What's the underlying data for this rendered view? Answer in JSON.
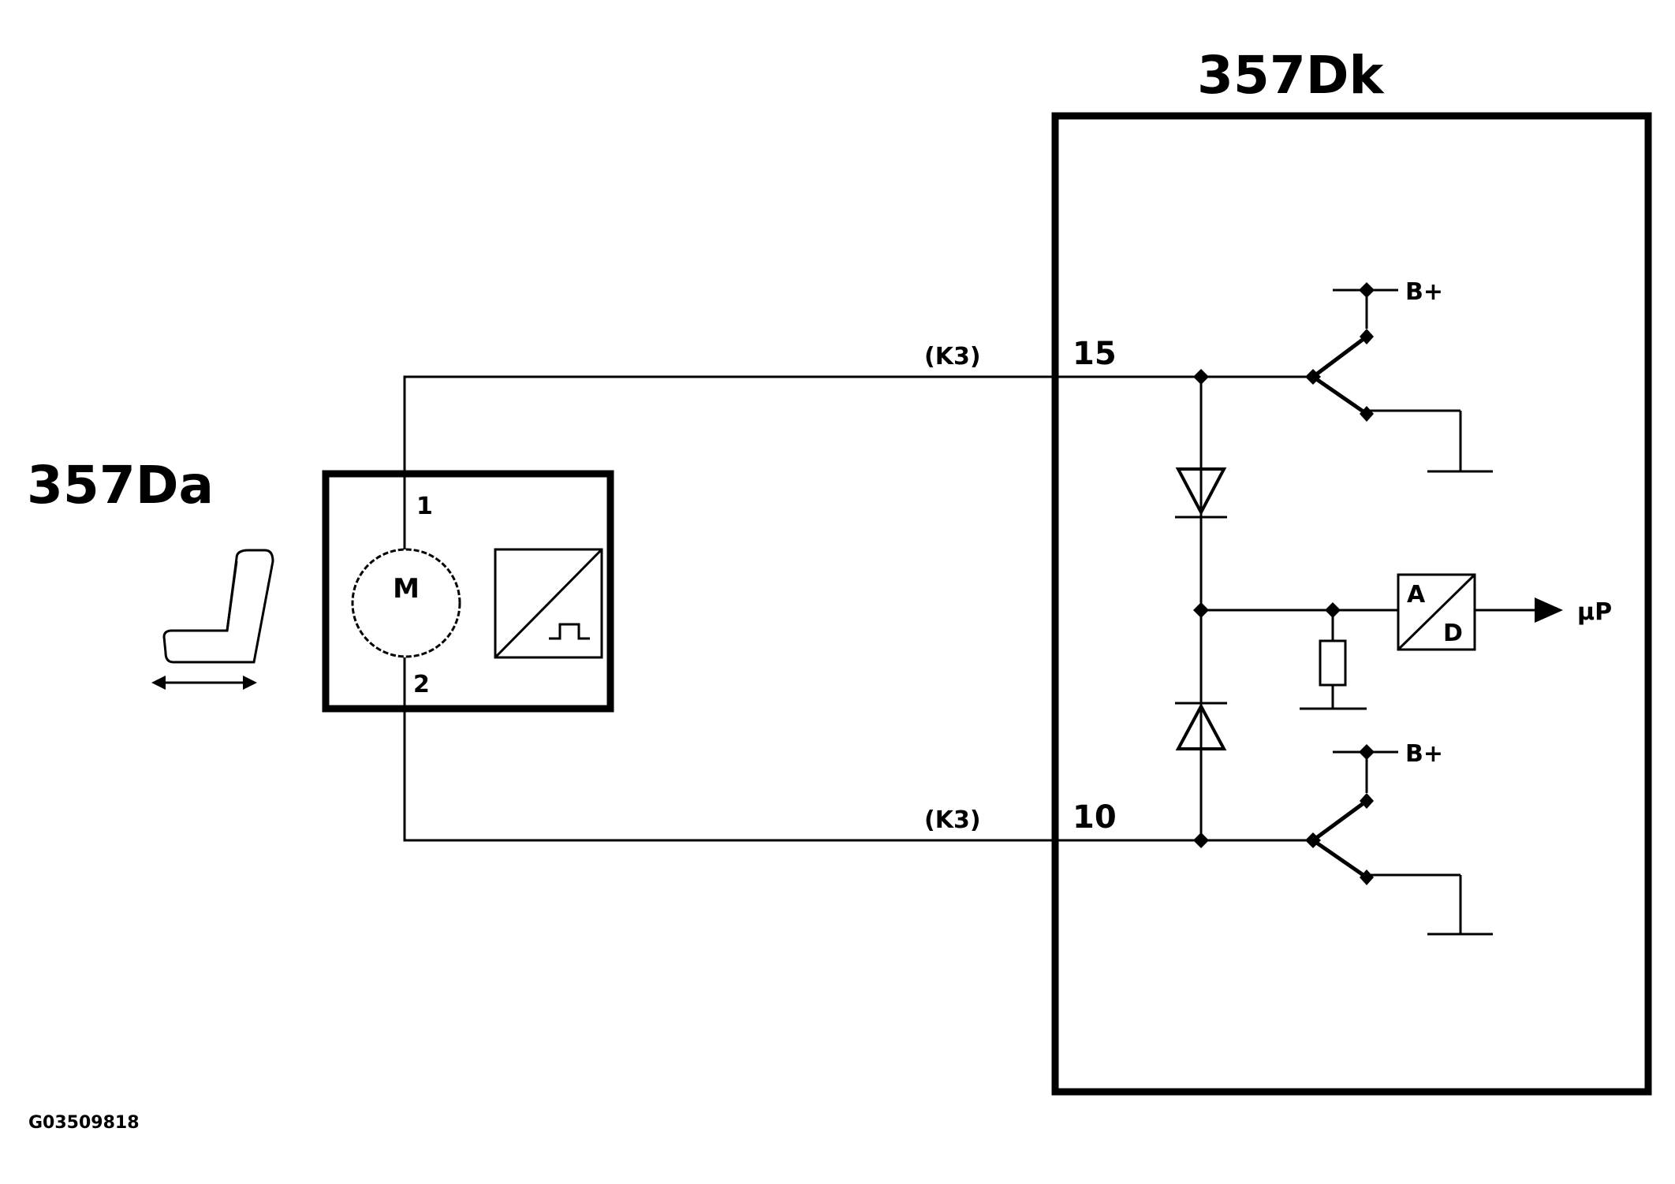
{
  "components": {
    "module_label": "357Dk",
    "motor_label": "357Da",
    "motor_symbol": "M"
  },
  "pins": {
    "motor_pin_1": "1",
    "motor_pin_2": "2",
    "module_pin_top": "15",
    "module_pin_bottom": "10"
  },
  "wires": {
    "top_wire_color": "(K3)",
    "bottom_wire_color": "(K3)"
  },
  "supply": {
    "top": "B+",
    "bottom": "B+"
  },
  "converter": {
    "input": "A",
    "output": "D",
    "output_target": "µP"
  },
  "footer": {
    "figure_code": "G03509818"
  },
  "icons": {
    "seat": "seat-icon",
    "motor": "motor-icon",
    "sensor": "pulse-sensor-icon"
  },
  "colors": {
    "line": "#000000",
    "background": "#ffffff"
  }
}
